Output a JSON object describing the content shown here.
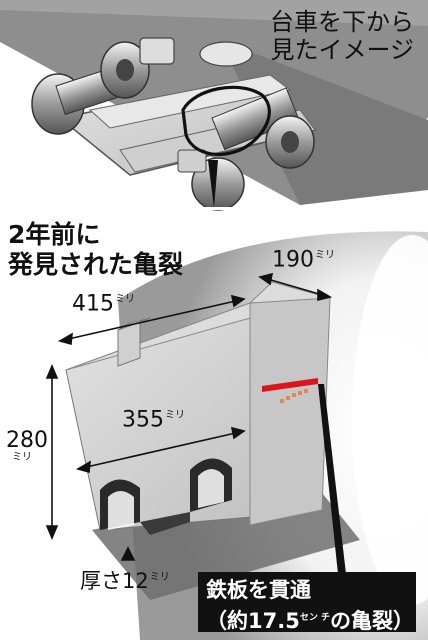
{
  "caption": {
    "line1": "台車を下から",
    "line2": "見たイメージ"
  },
  "headline": {
    "line1": "2年前に",
    "line2": "発見された亀裂"
  },
  "dimensions": {
    "top_depth": "190",
    "length": "415",
    "inner_length": "355",
    "height": "280",
    "thickness_prefix": "厚さ",
    "thickness": "12",
    "unit_mm": "ミリ"
  },
  "callout": {
    "line1": "鉄板を貫通",
    "line2_prefix": "（約17.5",
    "line2_unit": "セン チ",
    "line2_suffix": "の亀裂）"
  },
  "colors": {
    "crack": "#d9161c",
    "steel": "#cfcfcf",
    "shadow": "#4a4a4a",
    "callout_bg": "#111111"
  }
}
